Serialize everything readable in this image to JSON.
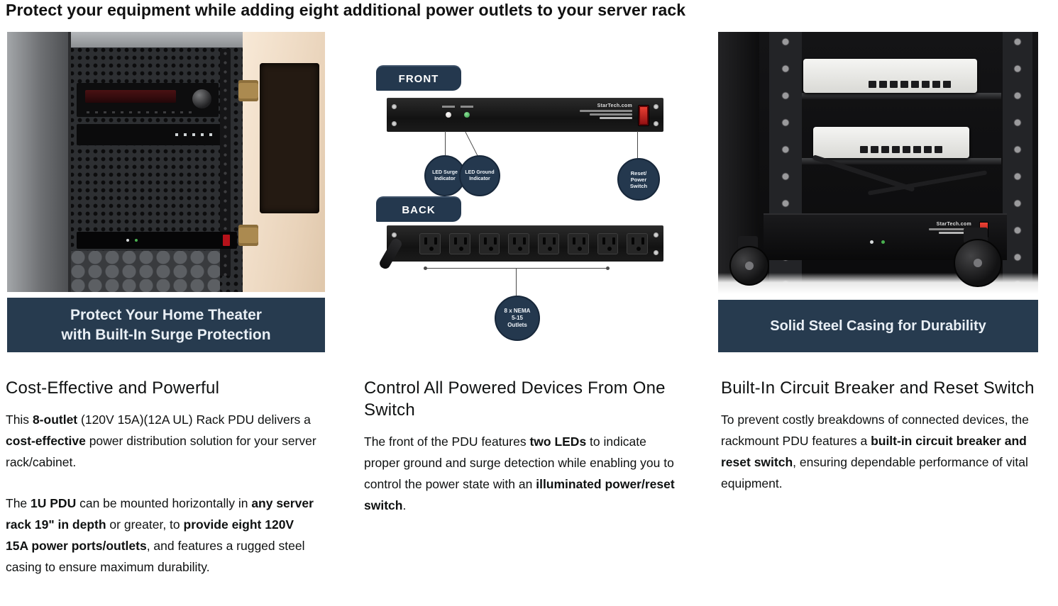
{
  "header": {
    "title": "Protect your equipment while adding eight additional power outlets to your server rack"
  },
  "colors": {
    "navy_callout": "#24384e",
    "caption_band": "#273b4f",
    "switch_red": "#b5121a",
    "led_green": "#2e9140",
    "body_text": "#0f1111"
  },
  "columns": {
    "left": {
      "caption": "Protect Your Home Theater\nwith Built-In Surge Protection",
      "heading": "Cost-Effective and Powerful",
      "paragraphs": {
        "p1": [
          {
            "t": "This ",
            "b": false
          },
          {
            "t": "8-outlet",
            "b": true
          },
          {
            "t": " (120V 15A)(12A UL) Rack PDU delivers a ",
            "b": false
          },
          {
            "t": "cost-effective",
            "b": true
          },
          {
            "t": " power distribution solution for your server rack/cabinet.",
            "b": false
          }
        ],
        "p2": [
          {
            "t": "The ",
            "b": false
          },
          {
            "t": "1U PDU",
            "b": true
          },
          {
            "t": " can be mounted horizontally in ",
            "b": false
          },
          {
            "t": "any server rack 19\" in depth",
            "b": true
          },
          {
            "t": " or greater, to ",
            "b": false
          },
          {
            "t": "provide eight 120V 15A power ports/outlets",
            "b": true
          },
          {
            "t": ", and features a rugged steel casing to ensure maximum durability.",
            "b": false
          }
        ]
      }
    },
    "middle": {
      "heading": "Control All Powered Devices From One Switch",
      "paragraphs": {
        "p1": [
          {
            "t": "The front of the PDU features ",
            "b": false
          },
          {
            "t": "two LEDs",
            "b": true
          },
          {
            "t": " to indicate proper ground and surge detection while enabling you to control the power state with an ",
            "b": false
          },
          {
            "t": "illuminated power/reset switch",
            "b": true
          },
          {
            "t": ".",
            "b": false
          }
        ]
      },
      "diagram": {
        "front_label": "FRONT",
        "back_label": "BACK",
        "brand": "StarTech.com",
        "callout_led_surge": "LED Surge\nIndicator",
        "callout_led_ground": "LED Ground\nIndicator",
        "callout_reset": "Reset/\nPower\nSwitch",
        "callout_outlets": "8 x NEMA\n5-15\nOutlets"
      }
    },
    "right": {
      "caption": "Solid Steel Casing for Durability",
      "heading": "Built-In Circuit Breaker and Reset Switch",
      "paragraphs": {
        "p1": [
          {
            "t": "To prevent costly breakdowns of connected devices, the rackmount PDU features a ",
            "b": false
          },
          {
            "t": "built-in circuit breaker and reset switch",
            "b": true
          },
          {
            "t": ", ensuring dependable performance of vital equipment.",
            "b": false
          }
        ]
      }
    }
  }
}
